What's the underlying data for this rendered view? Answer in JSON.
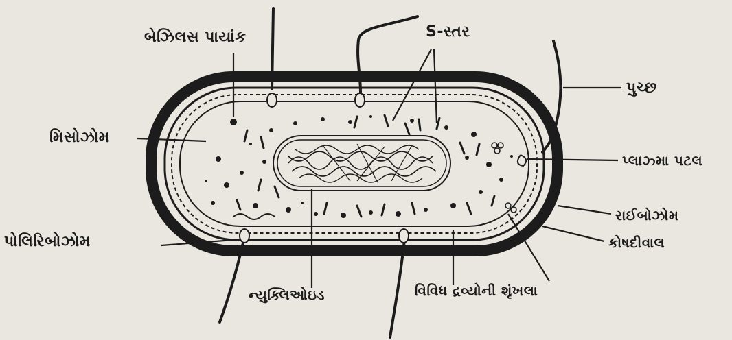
{
  "labels": {
    "flagellum_base": "બેઝિલસ પાયાંક",
    "s_layer": "S-સ્તર",
    "fimbria": "પુચ્છ",
    "mesosome": "મિસોઝોમ",
    "plasma_membrane": "પ્લાઝ્મા પટલ",
    "ribosome": "રાઈબોઝોમ",
    "cell_wall": "કોષદીવાલ",
    "polyribosome": "પોલિરિબોઝોમ",
    "nucleoid": "ન્યુક્લિઓઇડ",
    "inclusion_bodies": "વિવિધ દ્રવ્યોની શૃંખલા"
  },
  "colors": {
    "ink": "#1c1c1c",
    "paper": "#e9e7df"
  }
}
